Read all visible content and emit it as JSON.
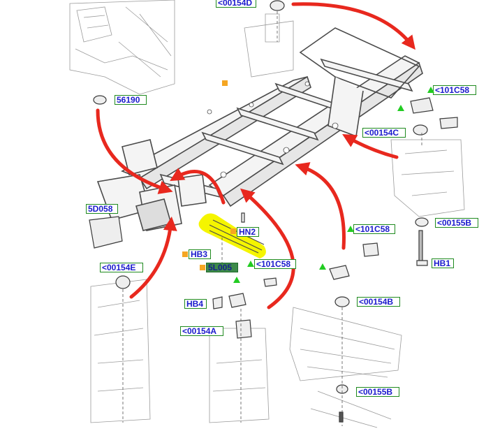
{
  "callouts": {
    "c00154d": "<00154D",
    "c56190": "56190",
    "c101c58_top": "<101C58",
    "c00154c": "<00154C",
    "c5d058": "5D058",
    "chn2": "HN2",
    "chb3": "HB3",
    "c5l005": "5L005",
    "c101c58_mid": "<101C58",
    "c101c58_right": "<101C58",
    "c00155b_top": "<00155B",
    "chb1": "HB1",
    "c00154e": "<00154E",
    "chb4": "HB4",
    "c00154b": "<00154B",
    "c00154a": "<00154A",
    "c00155b_bottom": "<00155B"
  },
  "colors": {
    "callout_text": "#1a1acc",
    "callout_border": "#1f8a1f",
    "arrow": "#e8281e",
    "highlight": "#f5f500",
    "marker_orange": "#f5a623",
    "marker_green": "#22cc22",
    "line_art": "#4a4a4a"
  }
}
